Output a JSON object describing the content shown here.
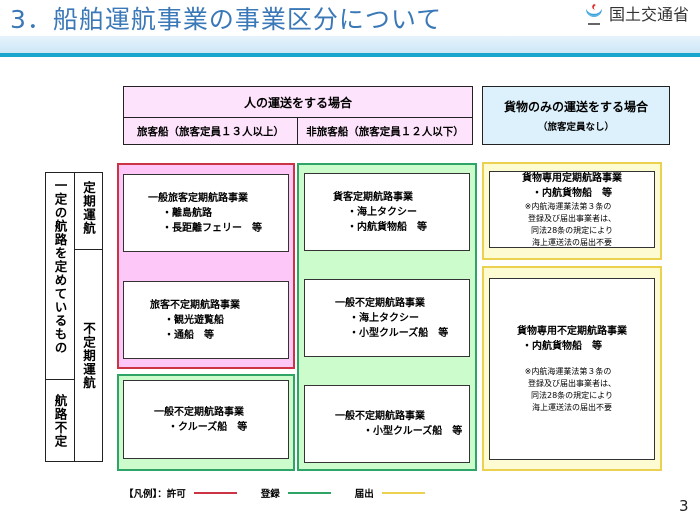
{
  "header": {
    "title": "3．船舶運航事業の事業区分について",
    "ministry": "国土交通省",
    "logo_icon": "mlit-logo-icon"
  },
  "columns": {
    "people": {
      "title": "人の運送をする場合",
      "passenger": "旅客船（旅客定員１３人以上）",
      "non_passenger": "非旅客船（旅客定員１２人以下）"
    },
    "cargo": {
      "title": "貨物のみの運送をする場合",
      "subtitle": "（旅客定員なし）"
    }
  },
  "rows": {
    "fixed_route": "一定の航路を定めているもの",
    "scheduled": "定期運航",
    "unscheduled": "不定期運航",
    "no_fixed_route": "航路不定"
  },
  "cells": {
    "passenger_scheduled": {
      "title": "一般旅客定期航路事業",
      "items": [
        "・離島航路",
        "・長距離フェリー　等"
      ]
    },
    "passenger_unscheduled": {
      "title": "旅客不定期航路事業",
      "items": [
        "・観光遊覧船",
        "・通船　等"
      ]
    },
    "passenger_no_route": {
      "title": "一般不定期航路事業",
      "items": [
        "・クルーズ船　等"
      ]
    },
    "nonpassenger_scheduled": {
      "title": "貨客定期航路事業",
      "items": [
        "・海上タクシー",
        "・内航貨物船　等"
      ]
    },
    "nonpassenger_unscheduled": {
      "title": "一般不定期航路事業",
      "items": [
        "・海上タクシー",
        "・小型クルーズ船　等"
      ]
    },
    "nonpassenger_no_route": {
      "title": "一般不定期航路事業",
      "items": [
        "・小型クルーズ船　等"
      ]
    },
    "cargo_scheduled": {
      "title": "貨物専用定期航路事業",
      "items": [
        "・内航貨物船　等"
      ],
      "note": [
        "※内航海運業法第３条の",
        "登録及び届出事業者は、",
        "同法28条の規定により",
        "海上運送法の届出不要"
      ]
    },
    "cargo_unscheduled": {
      "title": "貨物専用不定期航路事業",
      "items": [
        "・内航貨物船　等"
      ],
      "note": [
        "※内航海運業法第３条の",
        "登録及び届出事業者は、",
        "同法28条の規定により",
        "海上運送法の届出不要"
      ]
    }
  },
  "legend": {
    "label": "【凡例】：許可",
    "register": "登録",
    "notify": "届出",
    "colors": {
      "permit": "#cc3344",
      "register": "#2ea566",
      "notify": "#ecd150"
    }
  },
  "page_number": "3"
}
